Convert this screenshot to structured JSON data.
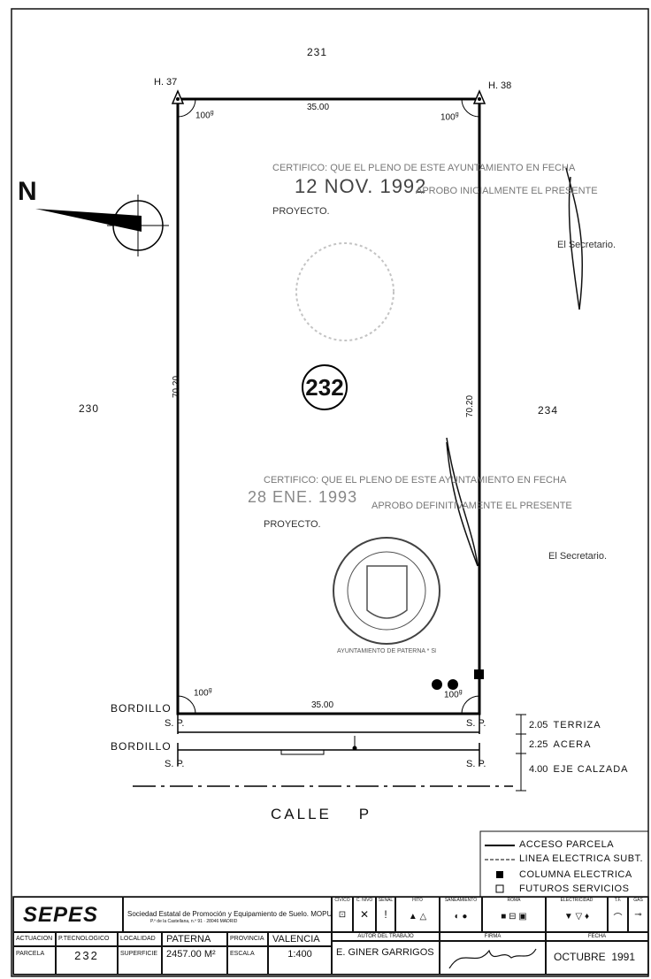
{
  "plan": {
    "adj_top": "231",
    "adj_left": "230",
    "adj_right": "234",
    "parcel_number": "232",
    "corner_left": "H. 37",
    "corner_right": "H. 38",
    "angle": "100",
    "angle_sup": "g",
    "dim_top": "35.00",
    "dim_bottom": "35.00",
    "dim_left": "70.20",
    "dim_right": "70.20",
    "north": "N",
    "bordillo": "BORDILLO",
    "sp": "S.",
    "sp_p": "P.",
    "street": "CALLE    P",
    "widths": [
      {
        "value": "2.05",
        "label": "TERRIZA"
      },
      {
        "value": "2.25",
        "label": "ACERA"
      },
      {
        "value": "4.00",
        "label": "EJE CALZADA"
      }
    ]
  },
  "stamps": {
    "s1_line1": "CERTIFICO: QUE EL PLENO DE ESTE AYUNTAMIENTO EN FECHA",
    "s1_date": "12 NOV. 1992",
    "s1_line2": "APROBO INICIALMENTE EL PRESENTE",
    "s1_line3": "PROYECTO.",
    "s1_sec": "El Secretario.",
    "s2_line1": "CERTIFICO: QUE EL PLENO DE ESTE AYUNTAMIENTO EN FECHA",
    "s2_date": "28 ENE. 1993",
    "s2_line2": "APROBO DEFINITIVAMENTE EL PRESENTE",
    "s2_line3": "PROYECTO.",
    "s2_sec": "El Secretario.",
    "seal_text": "AYUNTAMIENTO DE PATERNA * SECRETARIA *"
  },
  "legend": {
    "items": [
      "ACCESO PARCELA",
      "LINEA ELECTRICA SUBT.",
      "COLUMNA ELECTRICA",
      "FUTUROS SERVICIOS"
    ]
  },
  "titleblock": {
    "logo": "SEPES",
    "company": "Sociedad Estatal de Promoción y Equipamiento de Suelo. MOPU",
    "address": "P.º de la Castellana, n.º 91 · 28046 MADRID",
    "h_actuacion": "ACTUACION",
    "h_ptecnologico": "P.TECNOLOGICO",
    "h_parcela": "PARCELA",
    "v_parcela": "232",
    "h_localidad": "LOCALIDAD",
    "v_localidad": "PATERNA",
    "h_superficie": "SUPERFICIE",
    "v_superficie": "2457.00 M²",
    "h_provincia": "PROVINCIA",
    "v_provincia": "VALENCIA",
    "h_escala": "ESCALA",
    "v_escala": "1:400",
    "h_autor": "AUTOR DEL TRABAJO",
    "v_autor": "E. GINER GARRIGOS",
    "h_firma": "FIRMA",
    "h_fecha": "FECHA",
    "v_fecha": "OCTUBRE  1991",
    "services": [
      "CIVICO",
      "C. NIVO",
      "SEÑAL",
      "HITO",
      "SANEAMIENTO",
      "ROMA",
      "ELECTRICIDAD",
      "T.F.",
      "GAS"
    ]
  }
}
